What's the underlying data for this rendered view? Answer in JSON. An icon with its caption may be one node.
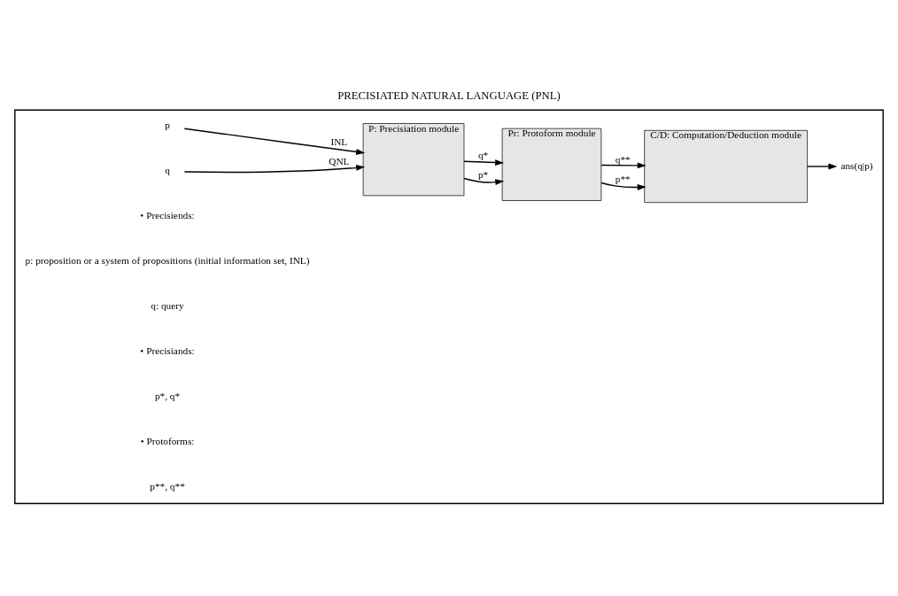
{
  "diagram": {
    "title": "PRECISIATED NATURAL LANGUAGE (PNL)",
    "nodes": [
      {
        "text": [],
        "shape": "box"
      },
      {
        "text": [
          "p"
        ],
        "in": 0
      },
      {
        "text": [
          "q"
        ],
        "in": 0
      },
      {
        "text": [
          "P: Precisiation module"
        ],
        "in": 0
      },
      {
        "text": [
          "Pr: Protoform module"
        ],
        "in": 0
      },
      {
        "text": [
          "C/D: Computation/Deduction module"
        ],
        "in": 0
      },
      {
        "text": [
          "ans(q|p)"
        ],
        "in": 0
      }
    ],
    "edges": [
      {
        "from": 1,
        "to": 3,
        "arrow": "to",
        "label": "INL"
      },
      {
        "from": 2,
        "to": 3,
        "arrow": "to",
        "label": "QNL"
      },
      {
        "from": 3,
        "to": 4,
        "arrow": "to",
        "label": "p*"
      },
      {
        "from": 3,
        "to": 4,
        "arrow": "to",
        "label": "q*"
      },
      {
        "from": 4,
        "to": 5,
        "arrow": "to",
        "label": "p**"
      },
      {
        "from": 4,
        "to": 5,
        "arrow": "to",
        "label": "q**"
      },
      {
        "from": 5,
        "to": 6,
        "arrow": "to"
      }
    ],
    "labels": [
      "• Precisiends:",
      "p: proposition or a system of propositions (initial information set, INL)",
      "q: query",
      "• Precisiands:",
      "p*, q*",
      "• Protoforms:",
      "p**, q**"
    ]
  }
}
